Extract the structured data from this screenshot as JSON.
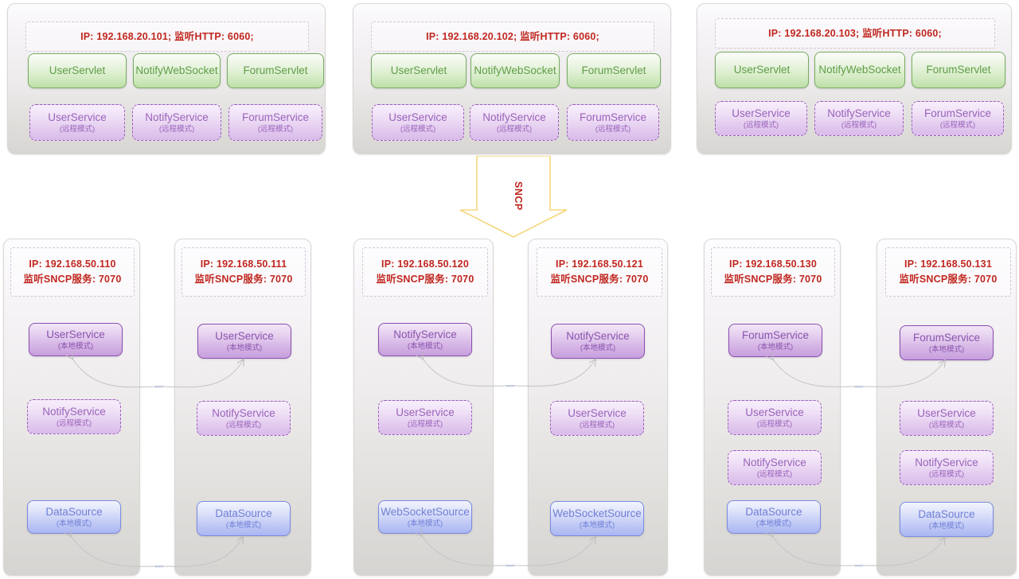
{
  "diagram": {
    "protocol_label": "SNCP",
    "link_label": "SNCP",
    "colors": {
      "ip_text": "#c0271f",
      "servlet_green": "#79ad61",
      "service_purple": "#8b4fb0",
      "datasource_blue": "#7b8ae0",
      "arrow_gold": "#f5d77e"
    },
    "mode_local": "(本地模式)",
    "mode_remote": "(远程模式)"
  },
  "app_tier": [
    {
      "id": "app-1",
      "ip_line": "IP: 192.168.20.101;  监听HTTP: 6060;",
      "servlets": [
        "UserServlet",
        "NotifyWebSocket",
        "ForumServlet"
      ],
      "services": [
        {
          "name": "UserService",
          "mode": "(远程模式)"
        },
        {
          "name": "NotifyService",
          "mode": "(远程模式)"
        },
        {
          "name": "ForumService",
          "mode": "(远程模式)"
        }
      ]
    },
    {
      "id": "app-2",
      "ip_line": "IP: 192.168.20.102;  监听HTTP: 6060;",
      "servlets": [
        "UserServlet",
        "NotifyWebSocket",
        "ForumServlet"
      ],
      "services": [
        {
          "name": "UserService",
          "mode": "(远程模式)"
        },
        {
          "name": "NotifyService",
          "mode": "(远程模式)"
        },
        {
          "name": "ForumService",
          "mode": "(远程模式)"
        }
      ]
    },
    {
      "id": "app-3",
      "ip_line": "IP: 192.168.20.103;  监听HTTP: 6060;",
      "servlets": [
        "UserServlet",
        "NotifyWebSocket",
        "ForumServlet"
      ],
      "services": [
        {
          "name": "UserService",
          "mode": "(远程模式)"
        },
        {
          "name": "NotifyService",
          "mode": "(远程模式)"
        },
        {
          "name": "ForumService",
          "mode": "(远程模式)"
        }
      ]
    }
  ],
  "service_tier": [
    {
      "id": "svc-110",
      "ip_line1": "IP: 192.168.50.110",
      "ip_line2": "监听SNCP服务: 7070",
      "components": [
        {
          "name": "UserService",
          "mode": "(本地模式)",
          "kind": "purple-local"
        },
        {
          "name": "NotifyService",
          "mode": "(远程模式)",
          "kind": "purple-remote"
        },
        {
          "name": "DataSource",
          "mode": "(本地模式)",
          "kind": "blue"
        }
      ]
    },
    {
      "id": "svc-111",
      "ip_line1": "IP: 192.168.50.111",
      "ip_line2": "监听SNCP服务: 7070",
      "components": [
        {
          "name": "UserService",
          "mode": "(本地模式)",
          "kind": "purple-local"
        },
        {
          "name": "NotifyService",
          "mode": "(远程模式)",
          "kind": "purple-remote"
        },
        {
          "name": "DataSource",
          "mode": "(本地模式)",
          "kind": "blue"
        }
      ]
    },
    {
      "id": "svc-120",
      "ip_line1": "IP: 192.168.50.120",
      "ip_line2": "监听SNCP服务: 7070",
      "components": [
        {
          "name": "NotifyService",
          "mode": "(本地模式)",
          "kind": "purple-local"
        },
        {
          "name": "UserService",
          "mode": "(远程模式)",
          "kind": "purple-remote"
        },
        {
          "name": "WebSocketSource",
          "mode": "(本地模式)",
          "kind": "blue"
        }
      ]
    },
    {
      "id": "svc-121",
      "ip_line1": "IP: 192.168.50.121",
      "ip_line2": "监听SNCP服务: 7070",
      "components": [
        {
          "name": "NotifyService",
          "mode": "(本地模式)",
          "kind": "purple-local"
        },
        {
          "name": "UserService",
          "mode": "(远程模式)",
          "kind": "purple-remote"
        },
        {
          "name": "WebSocketSource",
          "mode": "(本地模式)",
          "kind": "blue"
        }
      ]
    },
    {
      "id": "svc-130",
      "ip_line1": "IP: 192.168.50.130",
      "ip_line2": "监听SNCP服务: 7070",
      "components": [
        {
          "name": "ForumService",
          "mode": "(本地模式)",
          "kind": "purple-local"
        },
        {
          "name": "UserService",
          "mode": "(远程模式)",
          "kind": "purple-remote"
        },
        {
          "name": "NotifyService",
          "mode": "(远程模式)",
          "kind": "purple-remote"
        },
        {
          "name": "DataSource",
          "mode": "(本地模式)",
          "kind": "blue"
        }
      ]
    },
    {
      "id": "svc-131",
      "ip_line1": "IP: 192.168.50.131",
      "ip_line2": "监听SNCP服务: 7070",
      "components": [
        {
          "name": "ForumService",
          "mode": "(本地模式)",
          "kind": "purple-local"
        },
        {
          "name": "UserService",
          "mode": "(远程模式)",
          "kind": "purple-remote"
        },
        {
          "name": "NotifyService",
          "mode": "(远程模式)",
          "kind": "purple-remote"
        },
        {
          "name": "DataSource",
          "mode": "(本地模式)",
          "kind": "blue"
        }
      ]
    }
  ]
}
